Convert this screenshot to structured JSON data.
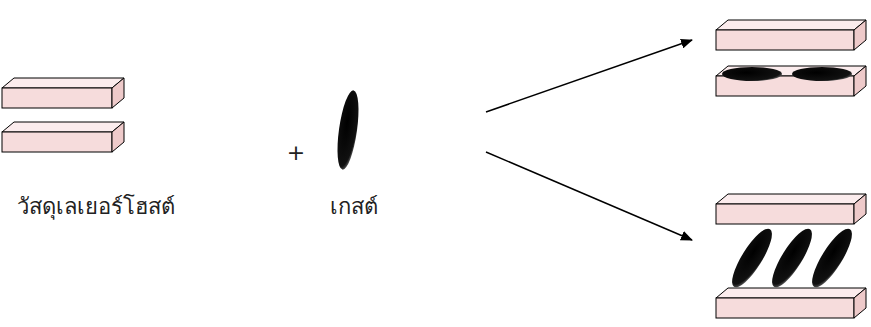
{
  "diagram": {
    "labels": [
      "วัสดุเลเยอร์โฮสต์",
      "+",
      "เกสต์"
    ]
  }
}
